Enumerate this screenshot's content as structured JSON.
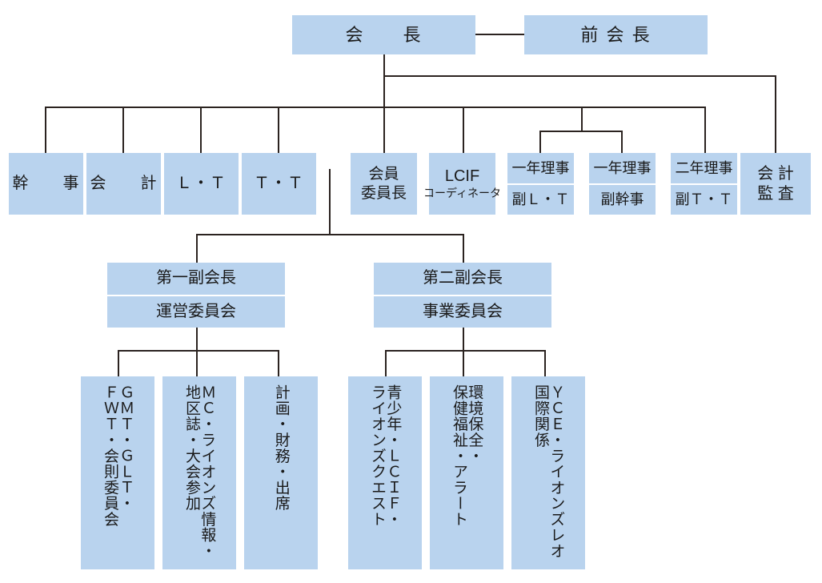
{
  "meta": {
    "title": "ライオンズクラブ 組織図",
    "box_color": "#b9d3ee",
    "line_color": "#2b2320",
    "divider_color": "#ffffff",
    "background": "#ffffff"
  },
  "nodes": {
    "president": "会　　長",
    "past_president": "前 会 長",
    "row2": [
      {
        "label": "幹　　事"
      },
      {
        "label": "会　　計"
      },
      {
        "label": "Ｌ・Ｔ"
      },
      {
        "label": "Ｔ・Ｔ"
      },
      {
        "line1": "会員",
        "line2": "委員長"
      },
      {
        "line1": "LCIF",
        "line2": "コーディネータ"
      },
      {
        "top": "一年理事",
        "bottom": "副Ｌ・Ｔ"
      },
      {
        "top": "一年理事",
        "bottom": "副幹事"
      },
      {
        "top": "二年理事",
        "bottom": "副Ｔ・Ｔ"
      },
      {
        "line1": "会 計",
        "line2": "監 査"
      }
    ],
    "vp1": {
      "top": "第一副会長",
      "bottom": "運営委員会"
    },
    "vp2": {
      "top": "第二副会長",
      "bottom": "事業委員会"
    },
    "vp1_children": [
      {
        "col_right": "ＧＭＴ・ＧＬＴ・",
        "col_left": "ＦＷＴ・会則委員会"
      },
      {
        "col_right": "ＭＣ・ライオンズ情報・",
        "col_left": "地区誌・大会参加"
      },
      {
        "col_right": "計画・財務・出席",
        "col_left": ""
      }
    ],
    "vp2_children": [
      {
        "col_right": "青少年・ＬＣＩＦ・",
        "col_left": "ライオンズクエスト"
      },
      {
        "col_right": "環境保全・",
        "col_left": "保健福祉・アラート"
      },
      {
        "col_right": "ＹＣＥ・ライオンズレオ",
        "col_left": "国際関係"
      }
    ]
  }
}
